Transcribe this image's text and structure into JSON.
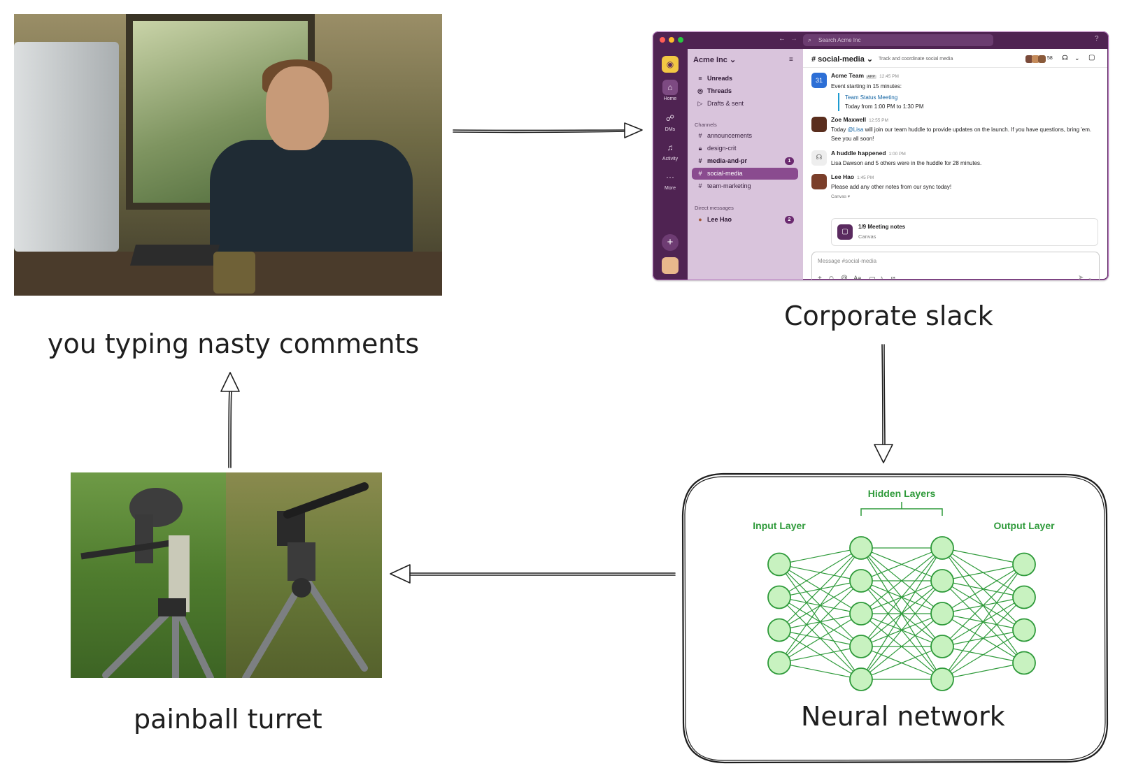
{
  "nodes": {
    "typing": {
      "caption": "you typing nasty comments"
    },
    "slack": {
      "caption": "Corporate slack"
    },
    "neural": {
      "caption": "Neural network"
    },
    "turret": {
      "caption": "painball turret"
    }
  },
  "slack_ui": {
    "search_placeholder": "Search Acme Inc",
    "rail": [
      {
        "label": "Home",
        "icon": "home-icon"
      },
      {
        "label": "DMs",
        "icon": "dms-icon"
      },
      {
        "label": "Activity",
        "icon": "bell-icon"
      },
      {
        "label": "More",
        "icon": "more-icon"
      }
    ],
    "workspace": "Acme Inc",
    "nav": [
      {
        "label": "Unreads",
        "icon": "≡"
      },
      {
        "label": "Threads",
        "icon": "◎"
      },
      {
        "label": "Drafts & sent",
        "icon": "▷"
      }
    ],
    "channels_heading": "Channels",
    "channels": [
      {
        "name": "announcements"
      },
      {
        "name": "design-crit"
      },
      {
        "name": "media-and-pr",
        "badge": "1"
      },
      {
        "name": "social-media"
      },
      {
        "name": "team-marketing"
      }
    ],
    "dm_heading": "Direct messages",
    "dm": {
      "name": "Lee Hao",
      "badge": "2"
    },
    "channel_title": "# social-media",
    "channel_topic": "Track and coordinate social media",
    "member_count": "58",
    "messages": [
      {
        "name": "Acme Team",
        "tag": "APP",
        "time": "12:45 PM",
        "lines": [
          "Event starting in 15 minutes:"
        ],
        "quote_link": "Team Status Meeting",
        "quote_text": "Today from 1:00 PM to 1:30 PM"
      },
      {
        "name": "Zoe Maxwell",
        "time": "12:55 PM",
        "pre": "Today ",
        "mention": "@Lisa",
        "post": " will join our team huddle to provide updates on the launch. If you have questions, bring 'em. See you all soon!"
      },
      {
        "name": "A huddle happened",
        "time": "1:00 PM",
        "text": "Lisa Dawson and 5 others were in the huddle for 28 minutes."
      },
      {
        "name": "Lee Hao",
        "time": "1:45 PM",
        "text": "Please add any other notes from our sync today!",
        "canvas_label": "Canvas"
      }
    ],
    "canvas_card": {
      "title": "1/9 Meeting notes",
      "sub": "Canvas"
    },
    "composer_placeholder": "Message #social-media",
    "composer_aa": "Aa"
  },
  "neural_network": {
    "input_label": "Input Layer",
    "hidden_label": "Hidden Layers",
    "output_label": "Output Layer",
    "layers": [
      4,
      5,
      5,
      4
    ],
    "color": "#2e9a3a",
    "fill": "#c8f2c0"
  }
}
